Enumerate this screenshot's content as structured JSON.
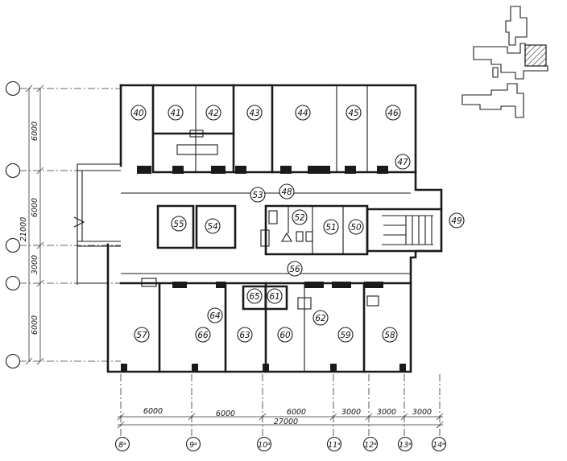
{
  "rooms": [
    "40",
    "41",
    "42",
    "43",
    "44",
    "45",
    "46",
    "47",
    "48",
    "49",
    "50",
    "51",
    "52",
    "53",
    "54",
    "55",
    "56",
    "57",
    "58",
    "59",
    "60",
    "61",
    "62",
    "63",
    "64",
    "65",
    "66"
  ],
  "dimensions": {
    "horizontal": [
      "6000",
      "6000",
      "6000",
      "3000",
      "3000",
      "3000"
    ],
    "horizontal_total": "27000",
    "vertical": [
      "6000",
      "6000",
      "3000",
      "6000"
    ],
    "vertical_total": "21000"
  },
  "axes": {
    "bottom": [
      "8ᵃ",
      "9ᵃ",
      "10ᵃ",
      "11ᵃ",
      "12ᵃ",
      "13ᵃ",
      "14ᵃ"
    ]
  },
  "key_plan": {
    "highlighted": "hatched block"
  }
}
